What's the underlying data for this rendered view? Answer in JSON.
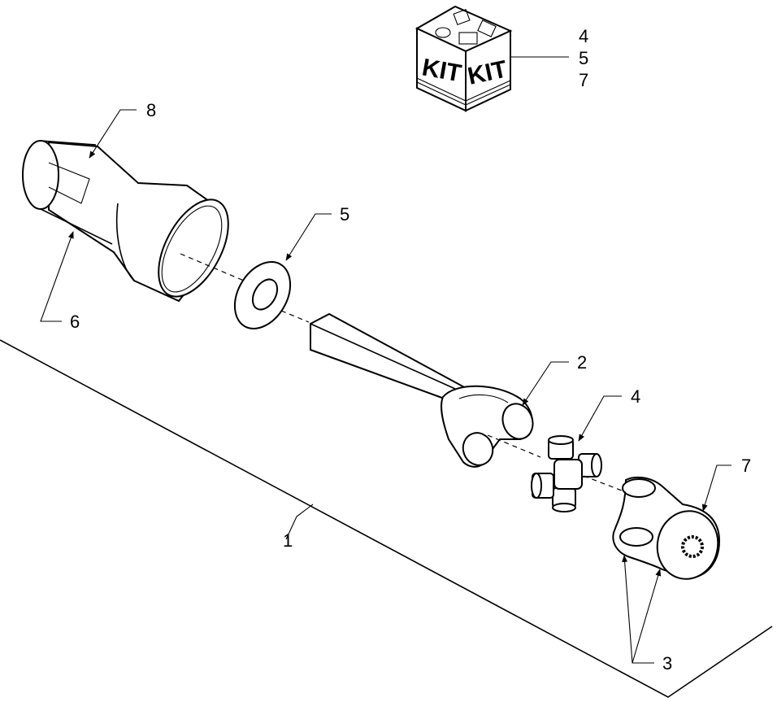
{
  "kit": {
    "face_left": "KIT",
    "face_right": "KIT",
    "items": [
      "4",
      "5",
      "7"
    ]
  },
  "callouts": {
    "c1": "1",
    "c2": "2",
    "c3": "3",
    "c4": "4",
    "c5": "5",
    "c6": "6",
    "c7": "7",
    "c8": "8"
  }
}
